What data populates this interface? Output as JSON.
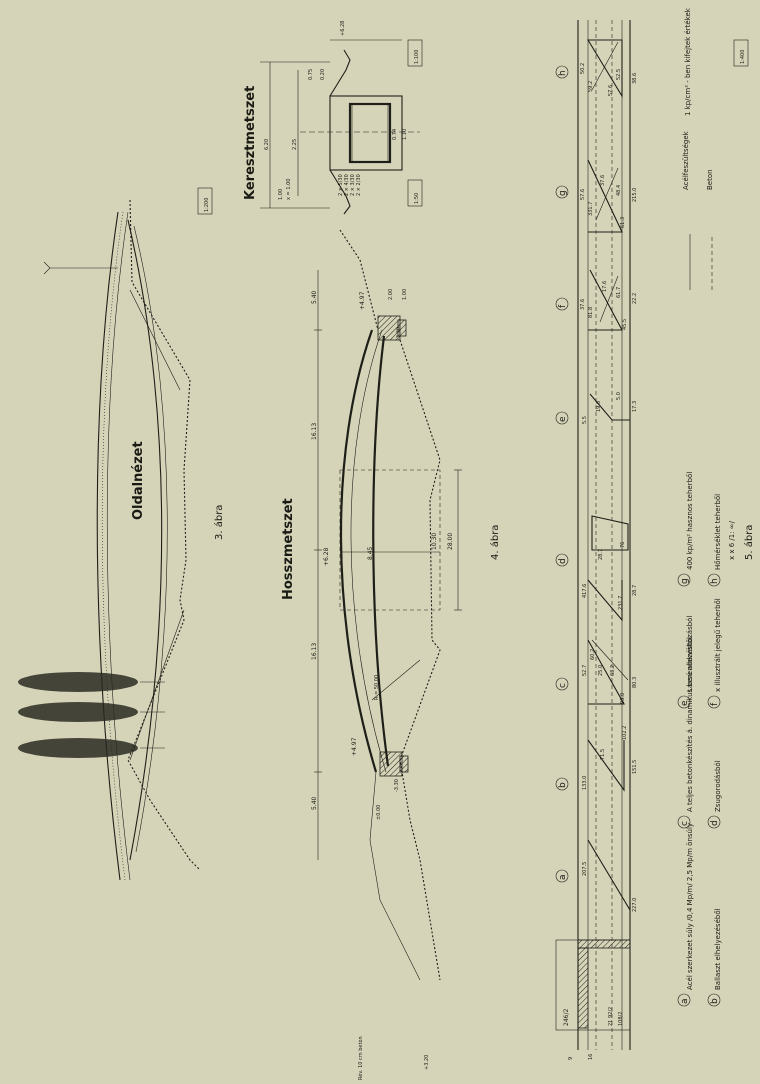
{
  "view_titles": {
    "side_view": "Oldalnézet",
    "longitudinal_section": "Hosszmetszet",
    "cross_section": "Keresztmetszet"
  },
  "figure_captions": {
    "fig3": "3. ábra",
    "fig4": "4. ábra",
    "fig5": "5. ábra"
  },
  "scale_stamps": [
    "1:200",
    "1:100",
    "1:50",
    "1:400"
  ],
  "dimensions": {
    "span_mid": "28.00",
    "half_span_left": "16.13",
    "half_span_right": "16.13",
    "end_left": "5.40",
    "end_right": "5.40",
    "arch_rise": "10.30",
    "clear_height": "8.45",
    "crown_level": "+6.28",
    "pier_level_left": "+4.97",
    "pier_level_right": "+4.97",
    "support_a": "2.00",
    "support_b": "1.00",
    "foundation_left": "-3.30",
    "foundation_right": "-3.30",
    "ground_left": "±0.00",
    "rib": "R = 50.00",
    "deck_w": "6.20",
    "deck_w2": "2.25",
    "walk": "0.75",
    "slab": "0.20",
    "box_h": "1.10",
    "box_h2": "0.74",
    "cs_top": "+6.28",
    "cs_notes": [
      "2 × 5/30",
      "2 × 4/30",
      "2 × 3/30",
      "2 × 2/30"
    ],
    "cs_left": "1.00",
    "cs_label_bottom": "x = 1.00",
    "base_level": "+3.20",
    "base_note": "Rév. 10 cm beton"
  },
  "section_markers": [
    "a",
    "b",
    "c",
    "d",
    "e",
    "f",
    "g",
    "h"
  ],
  "stress_values": {
    "a": [
      "207.5",
      "227.0"
    ],
    "b": [
      "133.0",
      "71.5",
      "102.2",
      "151.5"
    ],
    "c": [
      "52.7",
      "60.2",
      "25.0",
      "63.2",
      "96.0",
      "80.3"
    ],
    "d": [
      "417.6",
      "28.7",
      "231.7",
      "28.7",
      "76"
    ],
    "e": [
      "5.5",
      "19.0",
      "17.3",
      "5.0"
    ],
    "f": [
      "37.6",
      "81.8",
      "17.6",
      "61.7",
      "45.5",
      "22.2"
    ],
    "g": [
      "57.6",
      "331.7",
      "37.6",
      "48.4",
      "61.3",
      "215.0"
    ],
    "h": [
      "50.2",
      "59.2",
      "52.5",
      "38.6",
      "57.6"
    ]
  },
  "cs_left_dims": [
    "246/2",
    "21 92/2",
    "108/2",
    "16",
    "9"
  ],
  "legend": {
    "a": "Acél szerkezet súly /0,4 Mp/m/ 2,5 Mp/m önsúly",
    "b": "Ballaszt elhelyezéséből",
    "c": "A teljes betonkészítés á. dinamikus berendezéstől",
    "d": "Zsugorodásból",
    "e": "Lassú alakváltozásból",
    "f": "x illusztrált jelegű teherből",
    "g": "400 kp/m² hasznos teherből",
    "h": "Hőmérséklet teherből",
    "h_extra": "x x 6 /1: ∞/",
    "line_steel": "Acélfeszültségek",
    "line_concrete": "Beton",
    "unit_note": "1 kp/cm² - ben kifejtek értékek"
  },
  "colors": {
    "paper": "#d6d4b8",
    "ink": "#1f1f19"
  }
}
